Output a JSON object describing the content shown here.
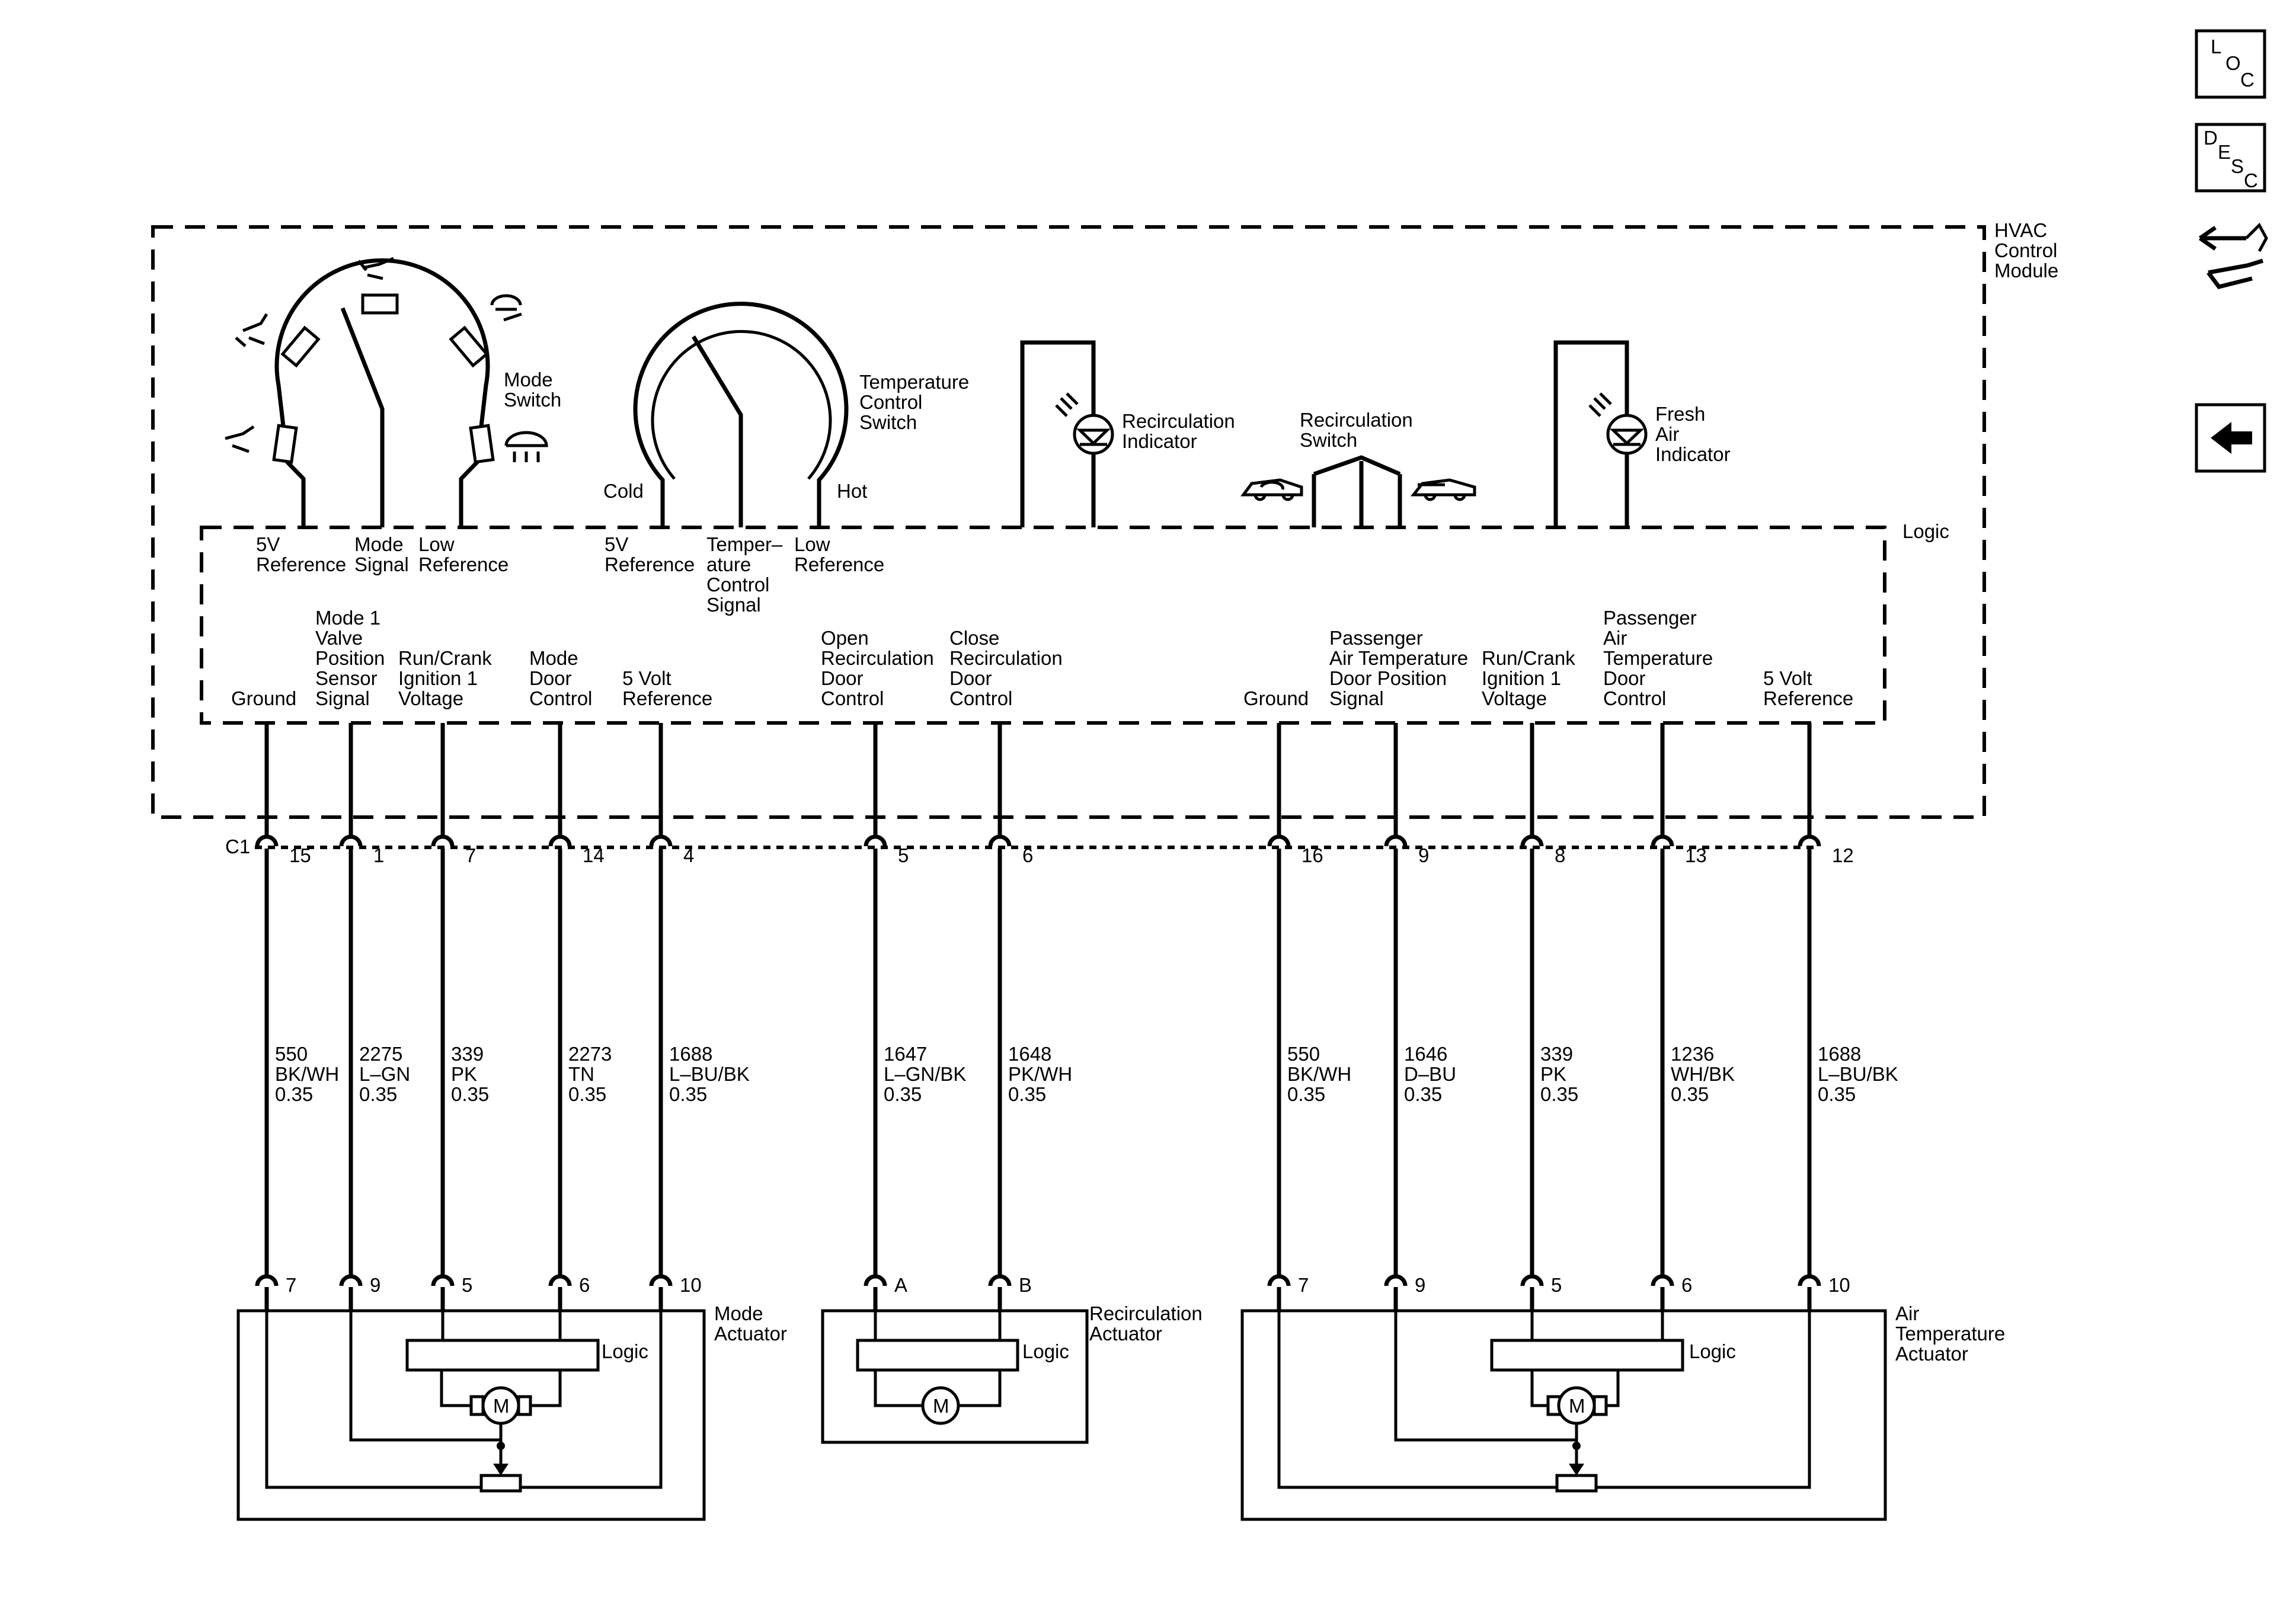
{
  "nav": {
    "loc_letters": [
      "L",
      "O",
      "C"
    ],
    "desc_letters": [
      "D",
      "E",
      "S",
      "C"
    ]
  },
  "module": {
    "title": [
      "HVAC",
      "Control",
      "Module"
    ],
    "logic": "Logic"
  },
  "mode_switch": {
    "name": [
      "Mode",
      "Switch"
    ],
    "terminals": [
      [
        "5V",
        "Reference"
      ],
      [
        "Mode",
        "Signal"
      ],
      [
        "Low",
        "Reference"
      ]
    ]
  },
  "temp_switch": {
    "name": [
      "Temperature",
      "Control",
      "Switch"
    ],
    "cold": "Cold",
    "hot": "Hot",
    "terminals": [
      [
        "5V",
        "Reference"
      ],
      [
        "Temper–",
        "ature",
        "Control",
        "Signal"
      ],
      [
        "Low",
        "Reference"
      ]
    ]
  },
  "recirc_indicator": [
    "Recirculation",
    "Indicator"
  ],
  "recirc_switch": [
    "Recirculation",
    "Switch"
  ],
  "fresh_indicator": [
    "Fresh",
    "Air",
    "Indicator"
  ],
  "connector": "C1",
  "circuits": [
    {
      "fn": [
        "Ground"
      ],
      "pin": "15",
      "num": "550",
      "color": "BK/WH",
      "size": "0.35",
      "apin": "7"
    },
    {
      "fn": [
        "Mode 1",
        "Valve",
        "Position",
        "Sensor",
        "Signal"
      ],
      "pin": "1",
      "num": "2275",
      "color": "L–GN",
      "size": "0.35",
      "apin": "9"
    },
    {
      "fn": [
        "Run/Crank",
        "Ignition 1",
        "Voltage"
      ],
      "pin": "7",
      "num": "339",
      "color": "PK",
      "size": "0.35",
      "apin": "5"
    },
    {
      "fn": [
        "Mode",
        "Door",
        "Control"
      ],
      "pin": "14",
      "num": "2273",
      "color": "TN",
      "size": "0.35",
      "apin": "6"
    },
    {
      "fn": [
        "5 Volt",
        "Reference"
      ],
      "pin": "4",
      "num": "1688",
      "color": "L–BU/BK",
      "size": "0.35",
      "apin": "10"
    },
    {
      "fn": [
        "Open",
        "Recirculation",
        "Door",
        "Control"
      ],
      "pin": "5",
      "num": "1647",
      "color": "L–GN/BK",
      "size": "0.35",
      "apin": "A"
    },
    {
      "fn": [
        "Close",
        "Recirculation",
        "Door",
        "Control"
      ],
      "pin": "6",
      "num": "1648",
      "color": "PK/WH",
      "size": "0.35",
      "apin": "B"
    },
    {
      "fn": [
        "Ground"
      ],
      "pin": "16",
      "num": "550",
      "color": "BK/WH",
      "size": "0.35",
      "apin": "7"
    },
    {
      "fn": [
        "Passenger",
        "Air Temperature",
        "Door Position",
        "Signal"
      ],
      "pin": "9",
      "num": "1646",
      "color": "D–BU",
      "size": "0.35",
      "apin": "9"
    },
    {
      "fn": [
        "Run/Crank",
        "Ignition 1",
        "Voltage"
      ],
      "pin": "8",
      "num": "339",
      "color": "PK",
      "size": "0.35",
      "apin": "5"
    },
    {
      "fn": [
        "Passenger",
        "Air",
        "Temperature",
        "Door",
        "Control"
      ],
      "pin": "13",
      "num": "1236",
      "color": "WH/BK",
      "size": "0.35",
      "apin": "6"
    },
    {
      "fn": [
        "5 Volt",
        "Reference"
      ],
      "pin": "12",
      "num": "1688",
      "color": "L–BU/BK",
      "size": "0.35",
      "apin": "10"
    }
  ],
  "actuators": [
    {
      "name": [
        "Mode",
        "Actuator"
      ],
      "logic": "Logic",
      "motor": "M"
    },
    {
      "name": [
        "Recirculation",
        "Actuator"
      ],
      "logic": "Logic",
      "motor": "M"
    },
    {
      "name": [
        "Air",
        "Temperature",
        "Actuator"
      ],
      "logic": "Logic",
      "motor": "M"
    }
  ]
}
